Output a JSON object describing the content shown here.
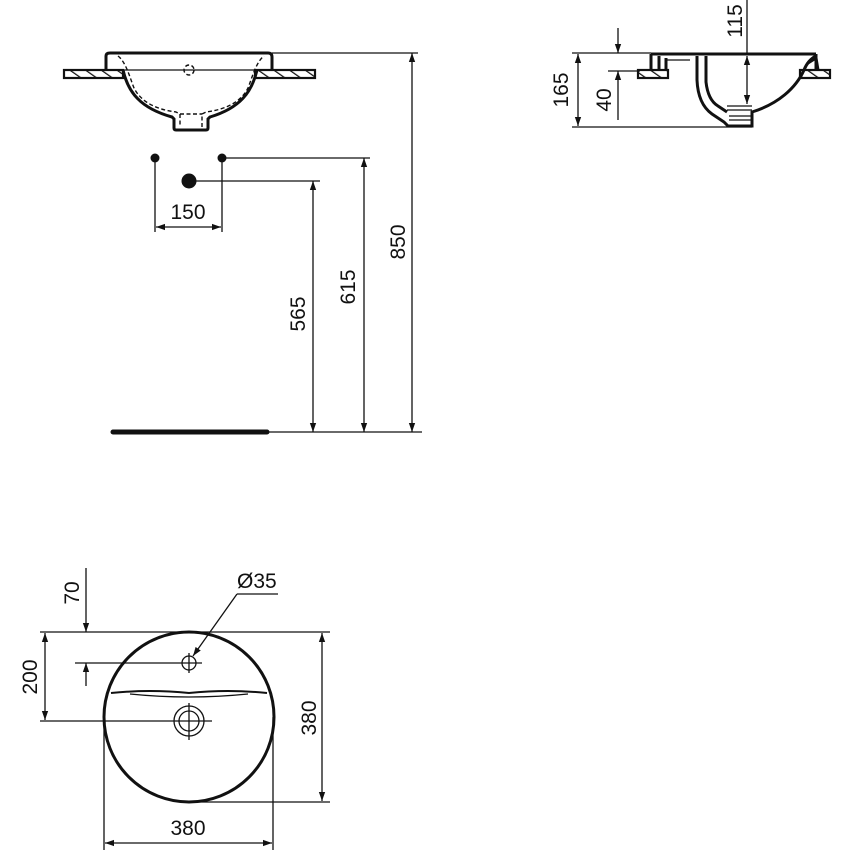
{
  "drawing": {
    "type": "technical-drawing",
    "subject": "Round countertop washbasin dimension drawing",
    "units": "mm",
    "front_view": {
      "dimensions": {
        "tap_spacing": "150",
        "waste_height": "565",
        "supply_height": "615",
        "rim_height": "850"
      }
    },
    "side_view": {
      "dimensions": {
        "overall_depth": "165",
        "rim_above_counter": "40",
        "bowl_depth": "115"
      }
    },
    "plan_view": {
      "dimensions": {
        "tap_hole_diameter": "Ø35",
        "tap_hole_from_back": "70",
        "waste_from_back": "200",
        "depth": "380",
        "width": "380"
      }
    }
  }
}
